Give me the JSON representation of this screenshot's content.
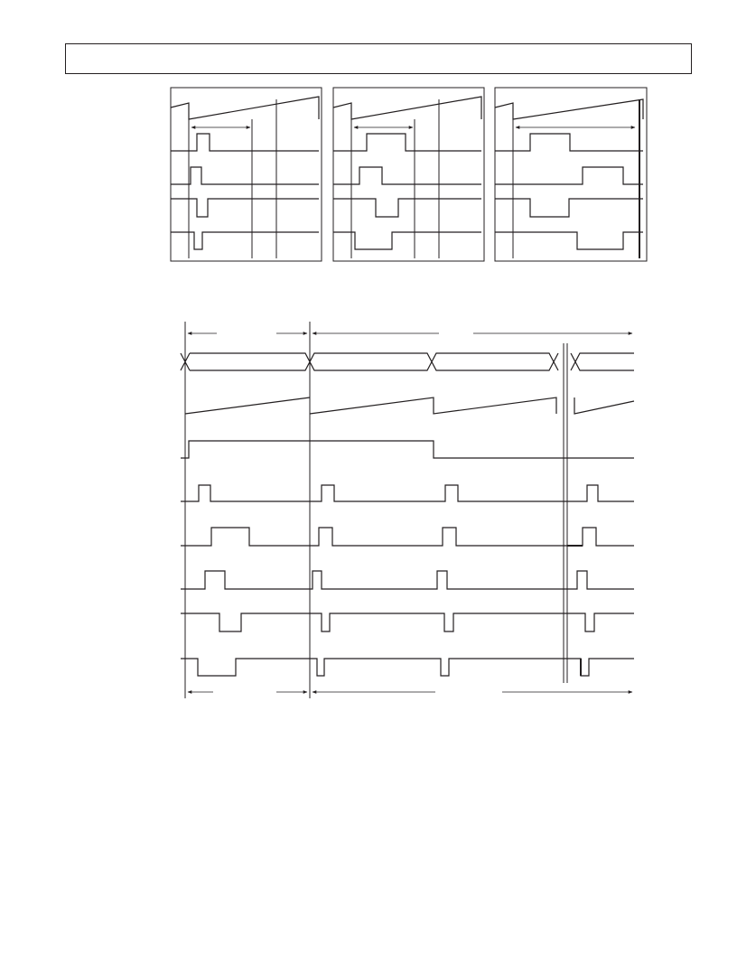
{
  "page": {
    "header_text": ""
  },
  "colors": {
    "ink": "#231f20",
    "background": "#ffffff"
  },
  "figure_top": {
    "panels": [
      "panel-1",
      "panel-2",
      "panel-3"
    ]
  },
  "figure_bottom": {
    "traces": [
      "bus-trace",
      "ramp-trace",
      "gate-trace",
      "pulse-trace-1",
      "pulse-trace-2",
      "pulse-trace-3",
      "pulse-trace-4",
      "pulse-trace-5"
    ]
  }
}
